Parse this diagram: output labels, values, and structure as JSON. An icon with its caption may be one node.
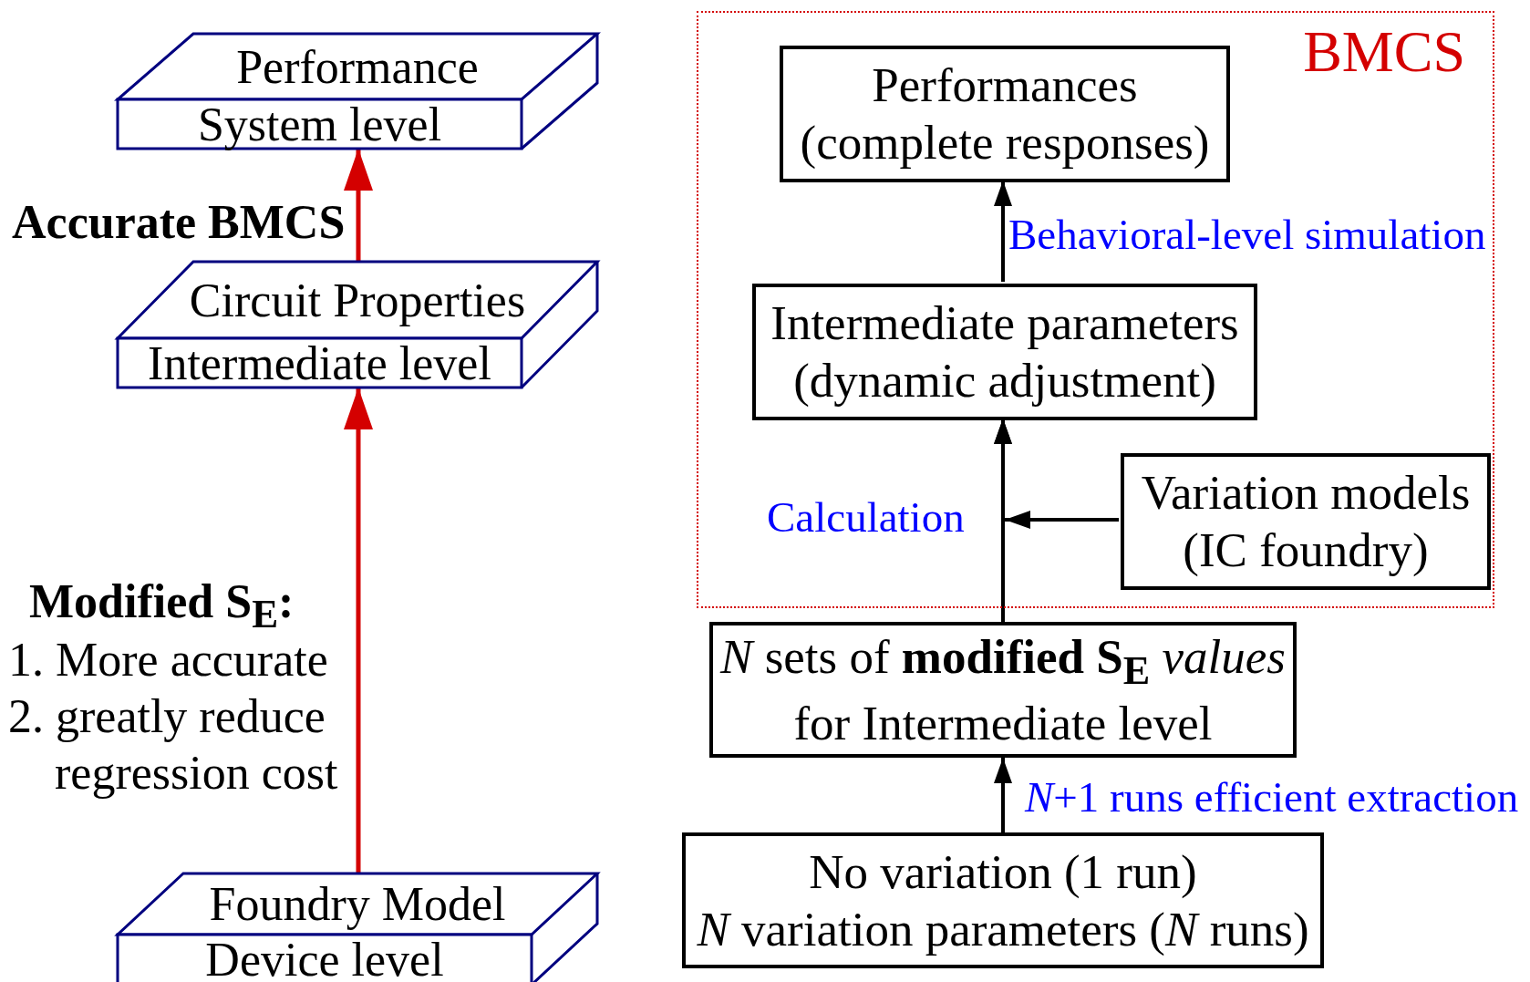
{
  "diagram": {
    "nodes": [
      {
        "text": [
          "Performance",
          "System level"
        ]
      },
      {
        "text": [
          "Circuit Properties",
          "Intermediate level"
        ]
      },
      {
        "text": [
          "Foundry Model",
          "Device level"
        ]
      },
      {
        "text": [
          "BMCS"
        ]
      },
      {
        "text": [
          "Performances",
          "(complete responses)"
        ],
        "in": 3
      },
      {
        "text": [
          "Intermediate parameters",
          "(dynamic adjustment)"
        ],
        "in": 3
      },
      {
        "text": [
          "Variation models",
          "(IC foundry)"
        ],
        "in": 3
      },
      {
        "text": [
          "*N* sets of **modified S$_{E}$** *values*",
          "for Intermediate level"
        ]
      },
      {
        "text": [
          "No variation (1 run)",
          "*N* variation parameters (*N* runs)"
        ]
      }
    ],
    "edges": [
      {
        "from": 1,
        "to": 0,
        "arrow": "to",
        "label": "Accurate BMCS",
        "color": "#d40000"
      },
      {
        "from": 2,
        "to": 1,
        "arrow": "to",
        "color": "#d40000"
      },
      {
        "from": 5,
        "to": 4,
        "arrow": "to",
        "label": "Behavioral-level simulation"
      },
      {
        "from": 7,
        "to": 5,
        "arrow": "to",
        "label": "Calculation"
      },
      {
        "from": 6,
        "to": 5,
        "arrow": "to"
      },
      {
        "from": 8,
        "to": 7,
        "arrow": "to",
        "label": "*N*+1 runs efficient extraction"
      }
    ],
    "labels": [
      "Modified S$_{E}$:",
      "1. More accurate",
      "2. greatly reduce regression cost"
    ]
  }
}
